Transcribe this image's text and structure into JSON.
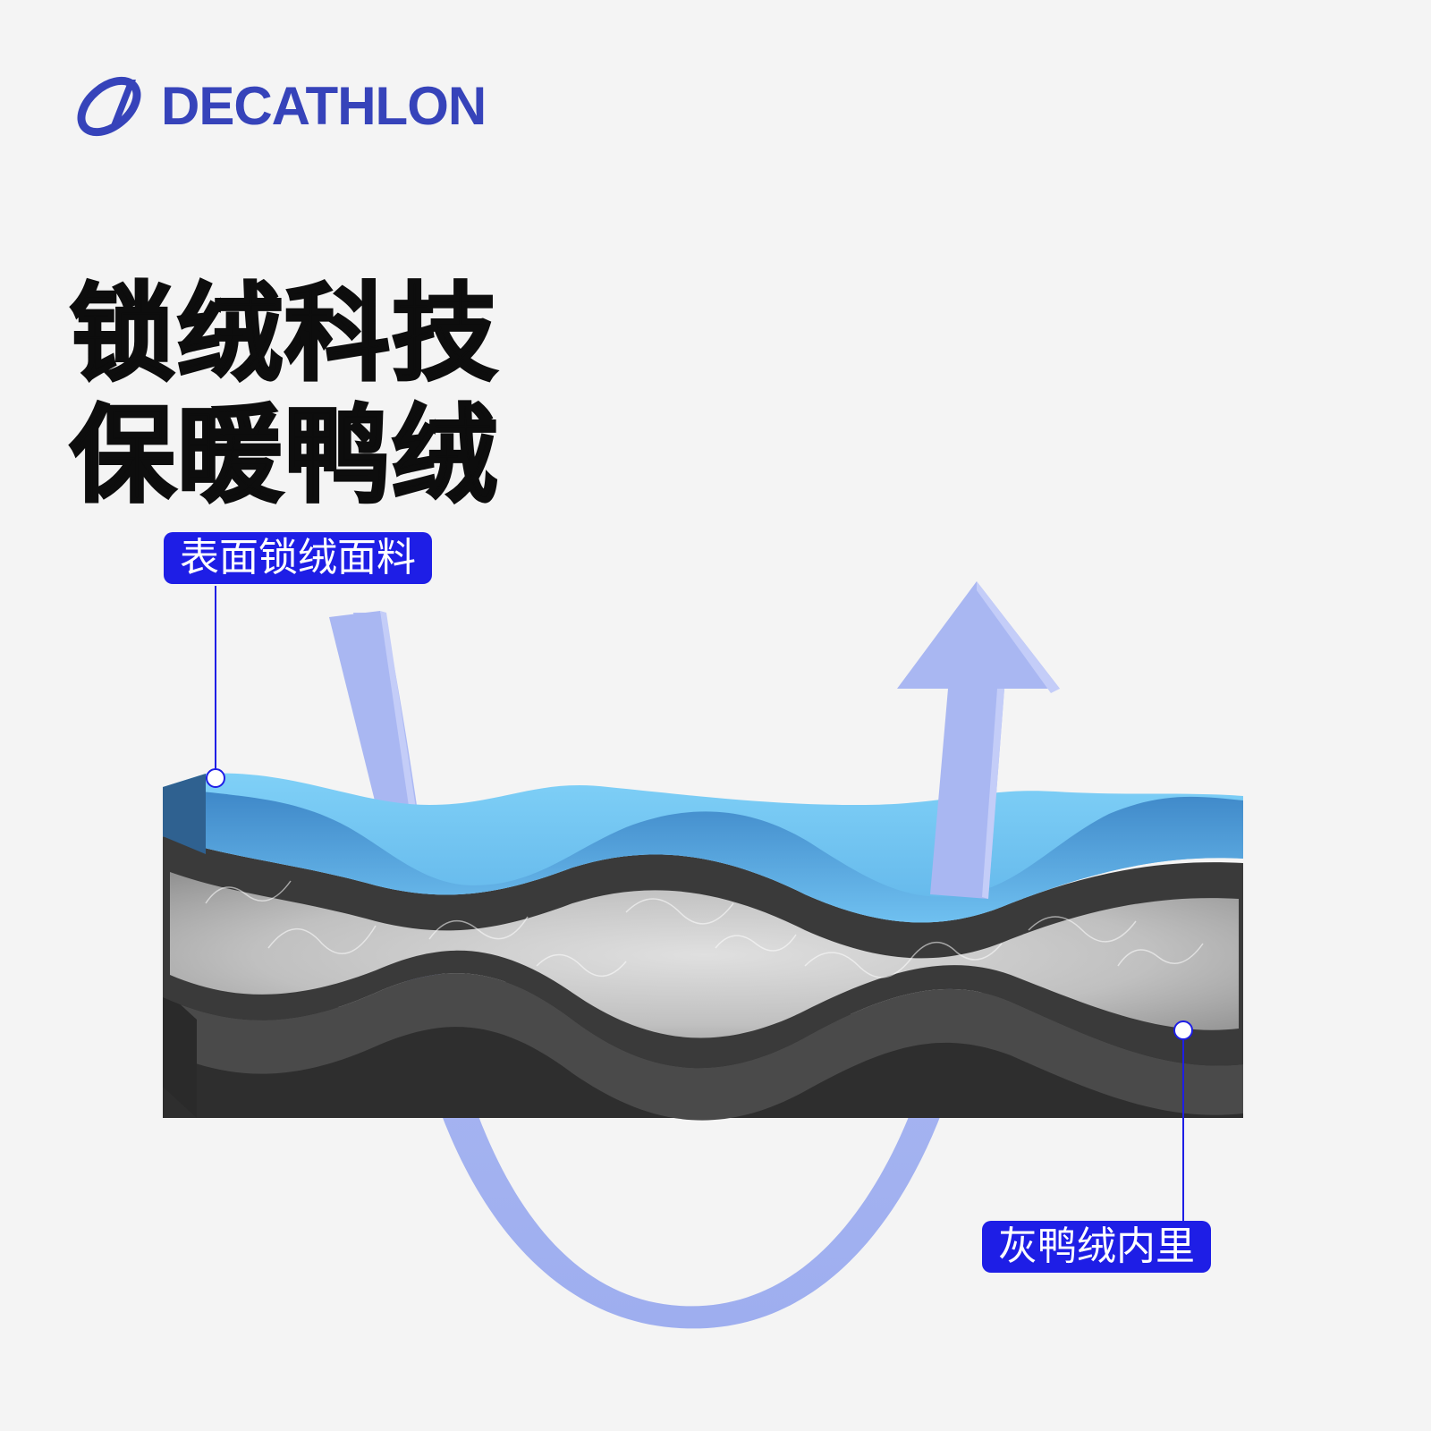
{
  "brand": {
    "logo_icon": "decathlon-swoosh-icon",
    "name": "DECATHLON",
    "color": "#3643ba"
  },
  "headline": {
    "line1": "锁绒科技",
    "line2": "保暖鸭绒"
  },
  "labels": {
    "outer_fabric": "表面锁绒面料",
    "inner_lining": "灰鸭绒内里",
    "label_color": "#1e1ee6"
  },
  "diagram": {
    "layers": [
      "outer-fabric-layer",
      "down-fill-layer",
      "grey-lining-layer"
    ],
    "colors": {
      "outer_fabric": "#3a8bd0",
      "outer_fabric_light": "#7cc8f4",
      "down_fill": "#e8e8e8",
      "lining": "#474747",
      "airflow": "#a9b7f2"
    }
  }
}
